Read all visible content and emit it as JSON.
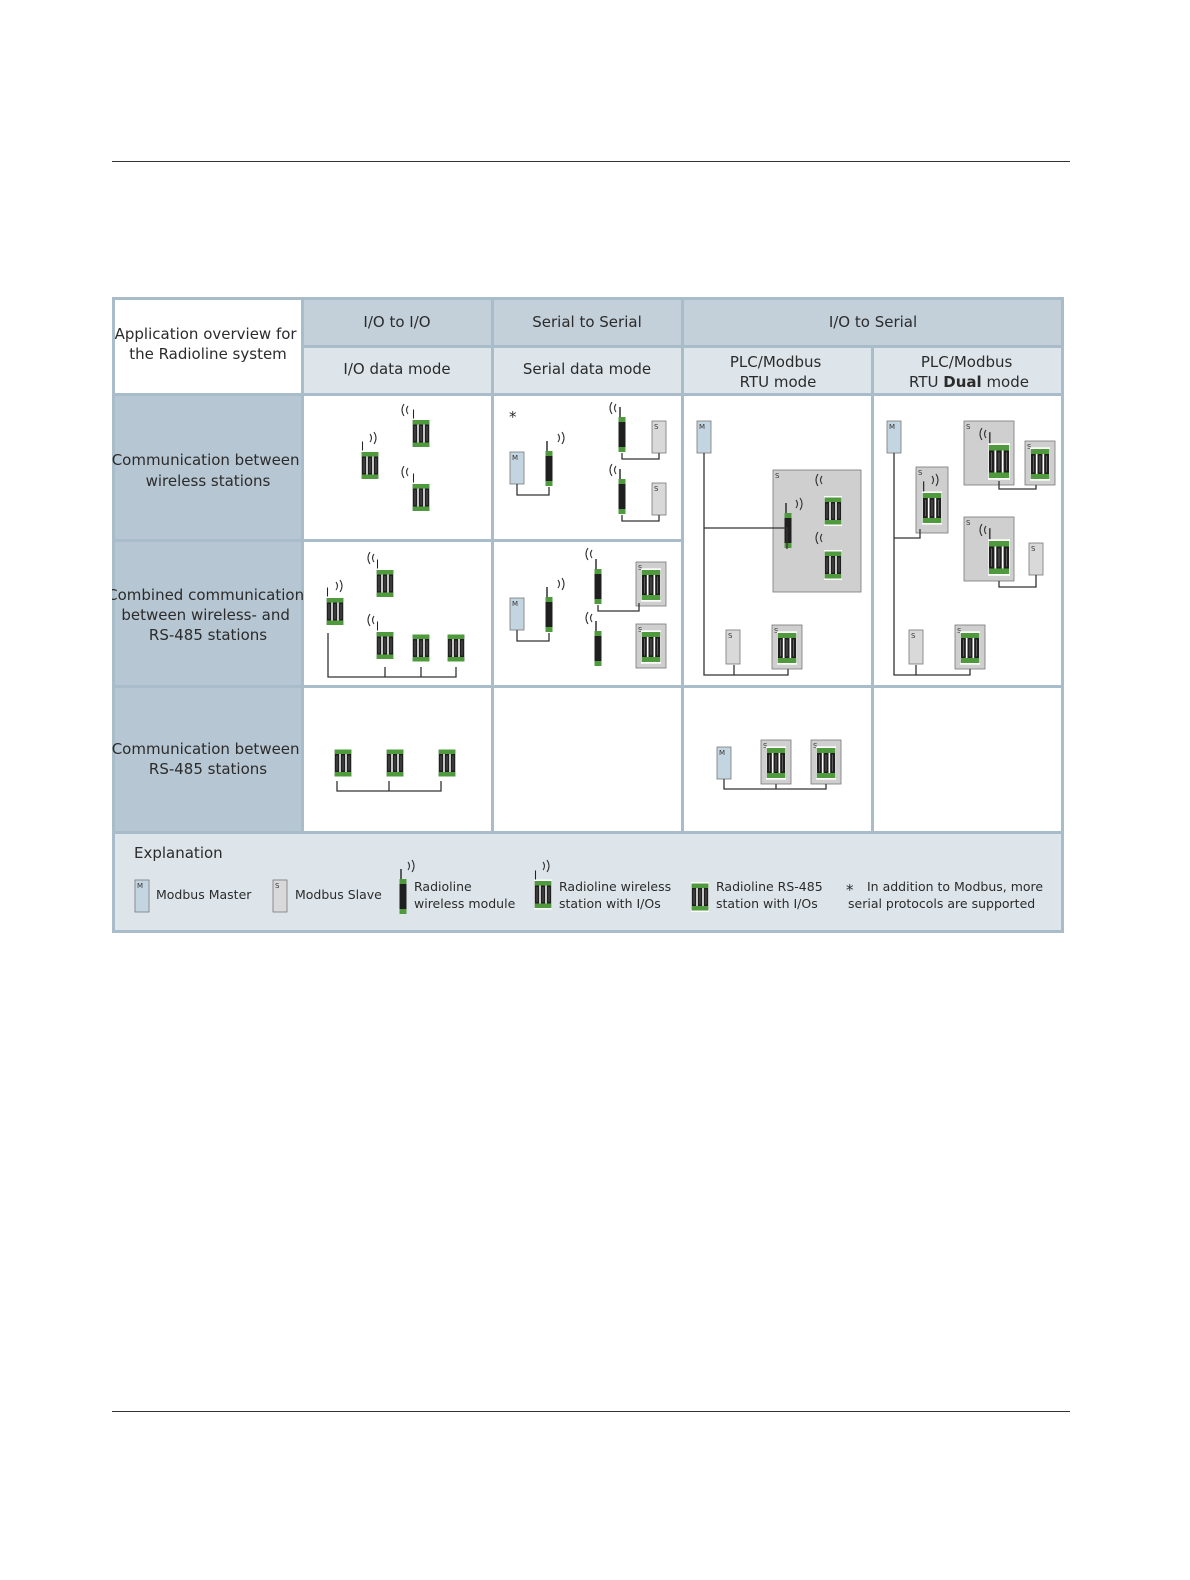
{
  "header": {
    "corner": [
      "Application overview for",
      "the Radioline system"
    ],
    "groups": [
      "I/O to I/O",
      "Serial to Serial",
      "I/O to Serial"
    ],
    "modes": [
      [
        "I/O data mode"
      ],
      [
        "Serial data mode"
      ],
      [
        "PLC/Modbus",
        "RTU mode"
      ],
      [
        "PLC/Modbus",
        "RTU ",
        "Dual",
        " mode"
      ]
    ]
  },
  "rows": [
    [
      "Communication between",
      "wireless stations"
    ],
    [
      "Combined communication",
      "between wireless- and",
      "RS-485 stations"
    ],
    [
      "Communication between",
      "RS-485 stations"
    ]
  ],
  "legend": {
    "title": "Explanation",
    "master": "Modbus Master",
    "slave": "Modbus Slave",
    "module": [
      "Radioline",
      "wireless module"
    ],
    "wireless_station": [
      "Radioline wireless",
      "station with I/Os"
    ],
    "rs485_station": [
      "Radioline RS-485",
      "station with I/Os"
    ],
    "note_symbol": "*",
    "note": [
      "In addition to Modbus, more",
      "serial protocols are supported"
    ]
  },
  "marks": {
    "master": "M",
    "slave": "S",
    "asterisk": "*"
  },
  "colors": {
    "header_dark": "#c3d0da",
    "header_light": "#dde5eb",
    "row_header": "#b6c6d2",
    "grid": "#a9bcca",
    "master_box": "#c4d5e2",
    "slave_box": "#d9d9d9",
    "group_box": "#cfcfcf",
    "module_green": "#4f9a3c"
  }
}
